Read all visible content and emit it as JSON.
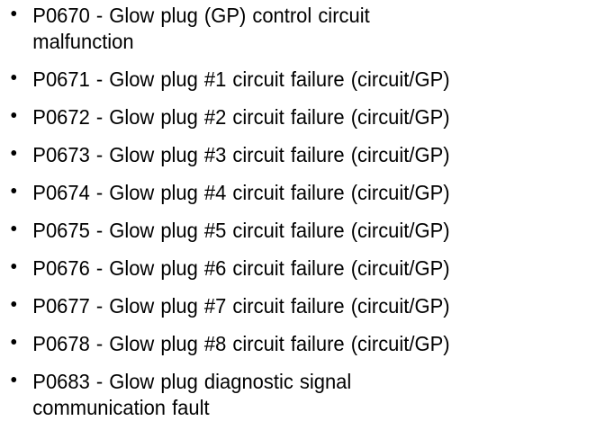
{
  "document": {
    "background_color": "#ffffff",
    "text_color": "#000000",
    "bullet_glyph": "bullet-dot"
  },
  "list": {
    "items": [
      {
        "code": "P0670",
        "text": "P0670 - Glow plug (GP) control circuit\nmalfunction",
        "wrapped": true
      },
      {
        "code": "P0671",
        "text": "P0671 - Glow plug #1 circuit failure (circuit/GP)",
        "wrapped": false
      },
      {
        "code": "P0672",
        "text": "P0672 - Glow plug #2 circuit failure (circuit/GP)",
        "wrapped": false
      },
      {
        "code": "P0673",
        "text": "P0673 - Glow plug #3 circuit failure (circuit/GP)",
        "wrapped": false
      },
      {
        "code": "P0674",
        "text": "P0674 - Glow plug #4 circuit failure (circuit/GP)",
        "wrapped": false
      },
      {
        "code": "P0675",
        "text": "P0675 - Glow plug #5 circuit failure (circuit/GP)",
        "wrapped": false
      },
      {
        "code": "P0676",
        "text": "P0676 - Glow plug #6 circuit failure (circuit/GP)",
        "wrapped": false
      },
      {
        "code": "P0677",
        "text": "P0677 - Glow plug #7 circuit failure (circuit/GP)",
        "wrapped": false
      },
      {
        "code": "P0678",
        "text": "P0678 - Glow plug #8 circuit failure (circuit/GP)",
        "wrapped": false
      },
      {
        "code": "P0683",
        "text": "P0683 - Glow plug diagnostic signal\ncommunication fault",
        "wrapped": true
      }
    ]
  }
}
